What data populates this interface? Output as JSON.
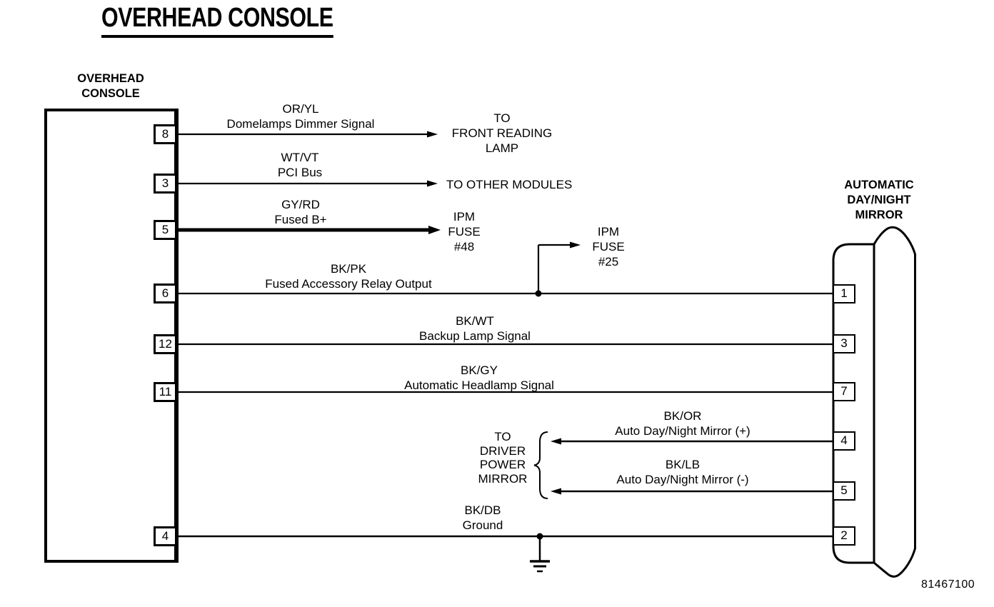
{
  "diagram_title": "OVERHEAD CONSOLE",
  "part_number": "81467100",
  "colors": {
    "line": "#000000",
    "background": "#ffffff"
  },
  "console": {
    "label": [
      "OVERHEAD",
      "CONSOLE"
    ],
    "pins": [
      "8",
      "3",
      "5",
      "6",
      "12",
      "11",
      "4"
    ]
  },
  "mirror": {
    "label": [
      "AUTOMATIC",
      "DAY/NIGHT",
      "MIRROR"
    ],
    "pins": [
      "1",
      "3",
      "7",
      "4",
      "5",
      "2"
    ]
  },
  "wires": [
    {
      "code": "OR/YL",
      "label": "Domelamps Dimmer Signal"
    },
    {
      "code": "WT/VT",
      "label": "PCI Bus"
    },
    {
      "code": "GY/RD",
      "label": "Fused B+"
    },
    {
      "code": "BK/PK",
      "label": "Fused Accessory Relay Output"
    },
    {
      "code": "BK/WT",
      "label": "Backup Lamp Signal"
    },
    {
      "code": "BK/GY",
      "label": "Automatic Headlamp Signal"
    },
    {
      "code": "BK/OR",
      "label": "Auto Day/Night Mirror (+)"
    },
    {
      "code": "BK/LB",
      "label": "Auto Day/Night Mirror (-)"
    },
    {
      "code": "BK/DB",
      "label": "Ground"
    }
  ],
  "destinations": {
    "front_reading_lamp": [
      "TO",
      "FRONT READING",
      "LAMP"
    ],
    "other_modules": "TO OTHER MODULES",
    "ipm_fuse_48": [
      "IPM",
      "FUSE",
      "#48"
    ],
    "ipm_fuse_25": [
      "IPM",
      "FUSE",
      "#25"
    ],
    "driver_power_mirror": [
      "TO",
      "DRIVER",
      "POWER",
      "MIRROR"
    ]
  }
}
